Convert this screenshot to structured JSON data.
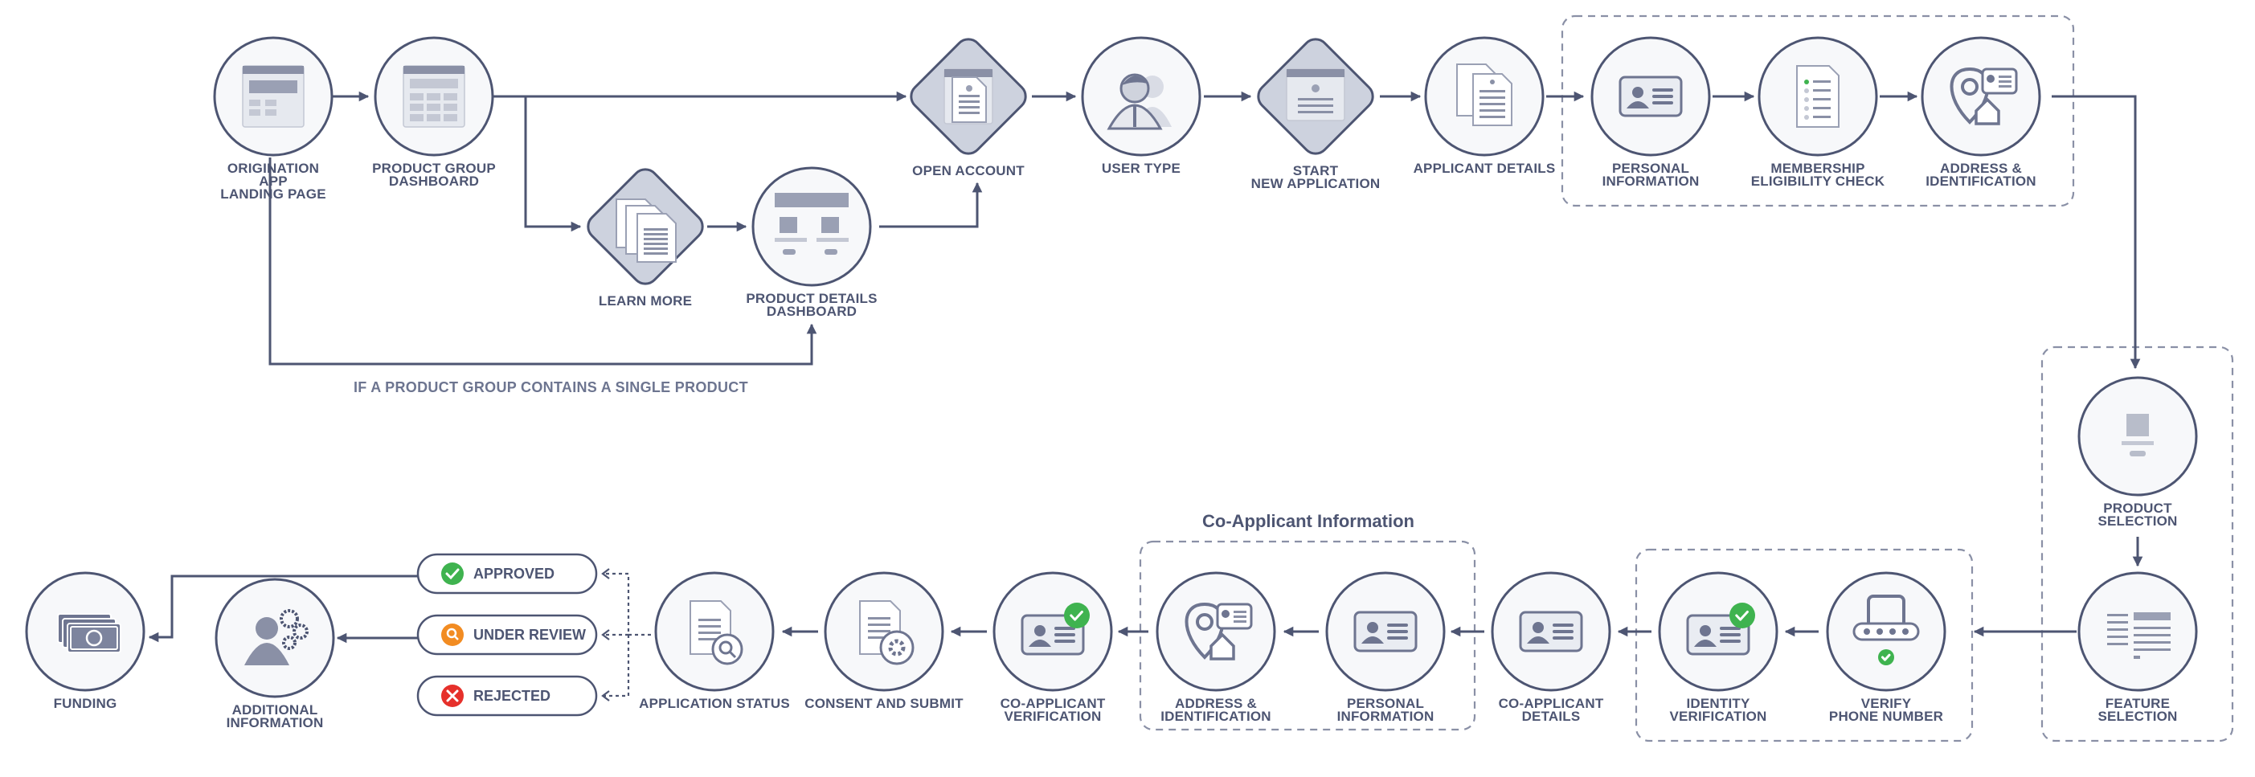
{
  "colors": {
    "line": "#4d5572",
    "dash": "#8a90a6",
    "icon": "#6e7590",
    "icon_light": "#c4c8d4",
    "node_fill": "#f7f8fa",
    "diamond_fill": "#cdd2de",
    "approved": "#3fb34f",
    "under_review": "#f28c22",
    "rejected": "#e6302b"
  },
  "nodes": {
    "origination": {
      "lines": [
        "ORIGINATION",
        "APP",
        "LANDING PAGE"
      ],
      "icon": "browser-window-icon"
    },
    "product_group": {
      "lines": [
        "PRODUCT GROUP",
        "DASHBOARD"
      ],
      "icon": "dashboard-grid-icon"
    },
    "learn_more": {
      "lines": [
        "LEARN MORE"
      ],
      "icon": "stacked-documents-icon"
    },
    "product_details": {
      "lines": [
        "PRODUCT DETAILS",
        "DASHBOARD"
      ],
      "icon": "details-layout-icon"
    },
    "open_account": {
      "lines": [
        "OPEN ACCOUNT"
      ],
      "icon": "document-window-icon"
    },
    "user_type": {
      "lines": [
        "USER TYPE"
      ],
      "icon": "user-group-icon"
    },
    "start_application": {
      "lines": [
        "START",
        "NEW APPLICATION"
      ],
      "icon": "application-window-icon"
    },
    "applicant_details": {
      "lines": [
        "APPLICANT DETAILS"
      ],
      "icon": "documents-icon"
    },
    "personal_info": {
      "lines": [
        "PERSONAL",
        "INFORMATION"
      ],
      "icon": "id-card-icon"
    },
    "membership": {
      "lines": [
        "MEMBERSHIP",
        "ELIGIBILITY CHECK"
      ],
      "icon": "checklist-icon"
    },
    "address_id": {
      "lines": [
        "ADDRESS &",
        "IDENTIFICATION"
      ],
      "icon": "location-id-icon"
    },
    "product_selection": {
      "lines": [
        "PRODUCT",
        "SELECTION"
      ],
      "icon": "product-selection-icon"
    },
    "feature_selection": {
      "lines": [
        "FEATURE",
        "SELECTION"
      ],
      "icon": "feature-list-icon"
    },
    "verify_phone": {
      "lines": [
        "VERIFY",
        "PHONE NUMBER"
      ],
      "icon": "phone-verify-icon"
    },
    "identity_verification": {
      "lines": [
        "IDENTITY",
        "VERIFICATION"
      ],
      "icon": "id-card-check-icon"
    },
    "coapplicant_details": {
      "lines": [
        "CO-APPLICANT",
        "DETAILS"
      ],
      "icon": "id-card-icon"
    },
    "co_personal_info": {
      "lines": [
        "PERSONAL",
        "INFORMATION"
      ],
      "icon": "id-card-icon"
    },
    "co_address_id": {
      "lines": [
        "ADDRESS &",
        "IDENTIFICATION"
      ],
      "icon": "location-id-icon"
    },
    "coapplicant_verification": {
      "lines": [
        "CO-APPLICANT",
        "VERIFICATION"
      ],
      "icon": "id-card-check-icon"
    },
    "consent_submit": {
      "lines": [
        "CONSENT AND SUBMIT"
      ],
      "icon": "document-gear-icon"
    },
    "application_status": {
      "lines": [
        "APPLICATION STATUS"
      ],
      "icon": "document-search-icon"
    },
    "additional_info": {
      "lines": [
        "ADDITIONAL",
        "INFORMATION"
      ],
      "icon": "user-gears-icon"
    },
    "funding": {
      "lines": [
        "FUNDING"
      ],
      "icon": "money-stack-icon"
    }
  },
  "statuses": {
    "approved": "APPROVED",
    "under_review": "UNDER REVIEW",
    "rejected": "REJECTED"
  },
  "note": "IF A PRODUCT GROUP CONTAINS A SINGLE PRODUCT",
  "coapplicant_title": "Co-Applicant Information"
}
